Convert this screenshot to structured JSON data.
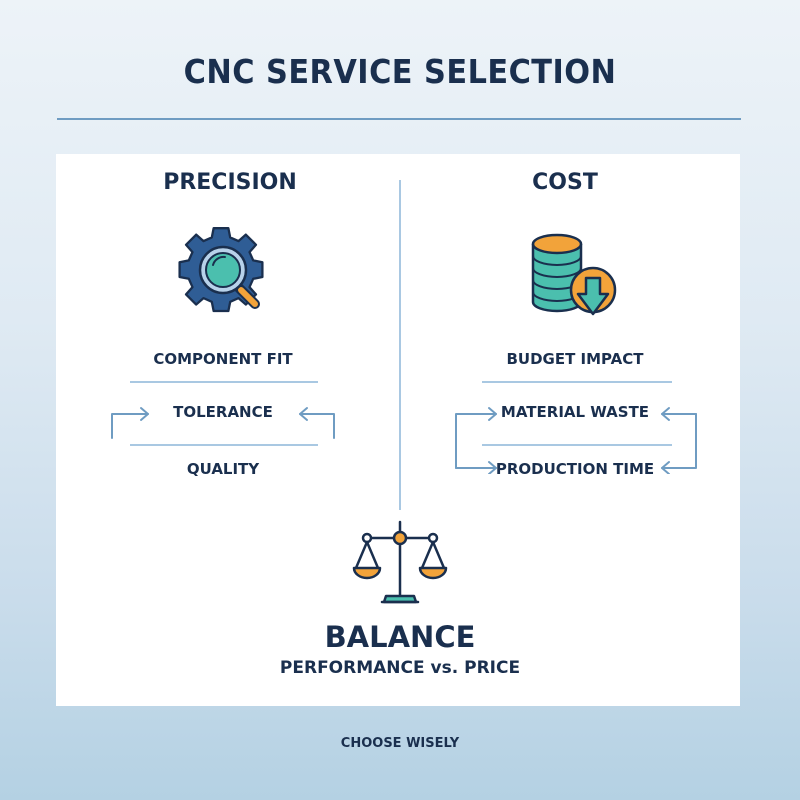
{
  "header": {
    "title": "CNC SERVICE SELECTION"
  },
  "columns": {
    "left": {
      "title": "PRECISION",
      "icon": "gear-magnifier-icon",
      "items": [
        "COMPONENT FIT",
        "TOLERANCE",
        "QUALITY"
      ]
    },
    "right": {
      "title": "COST",
      "icon": "coin-stack-down-arrow-icon",
      "items": [
        "BUDGET IMPACT",
        "MATERIAL WASTE",
        "PRODUCTION TIME"
      ]
    }
  },
  "balance": {
    "icon": "balance-scale-icon",
    "title": "BALANCE",
    "subtitle": "PERFORMANCE vs. PRICE"
  },
  "footer": {
    "text": "CHOOSE WISELY"
  },
  "colors": {
    "navy": "#1a2f4e",
    "gear_blue": "#2f5d95",
    "teal": "#4bbfae",
    "orange": "#f2a33a",
    "rule_blue": "#a9c8e2",
    "title_rule": "#6f9cc2"
  }
}
